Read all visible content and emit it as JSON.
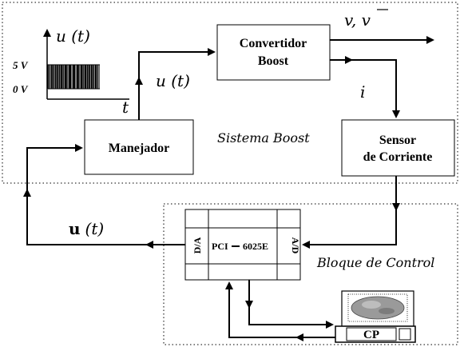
{
  "regions": {
    "sistema_boost": "Sistema Boost",
    "bloque_control": "Bloque de Control"
  },
  "blocks": {
    "convertidor_line1": "Convertidor",
    "convertidor_line2": "Boost",
    "manejador": "Manejador",
    "sensor_line1": "Sensor",
    "sensor_line2": "de Corriente",
    "pci_da": "D/A",
    "pci_label": "PCI",
    "pci_model": "6025E",
    "pci_ad": "A/D",
    "cp": "CP"
  },
  "signals": {
    "u_t_inset": "u (t)",
    "u_t": "u (t)",
    "u_t_bold_u": "u",
    "u_t_bold_rest": "(t)",
    "v_vbar_v": "v, ",
    "v_vbar_bar": "v",
    "i": "i",
    "t_axis": "t",
    "level_5v": "5 V",
    "level_0v": "0 V"
  },
  "pulse_train": {
    "pulse_count": 26,
    "high_level_v": 5,
    "low_level_v": 0
  }
}
